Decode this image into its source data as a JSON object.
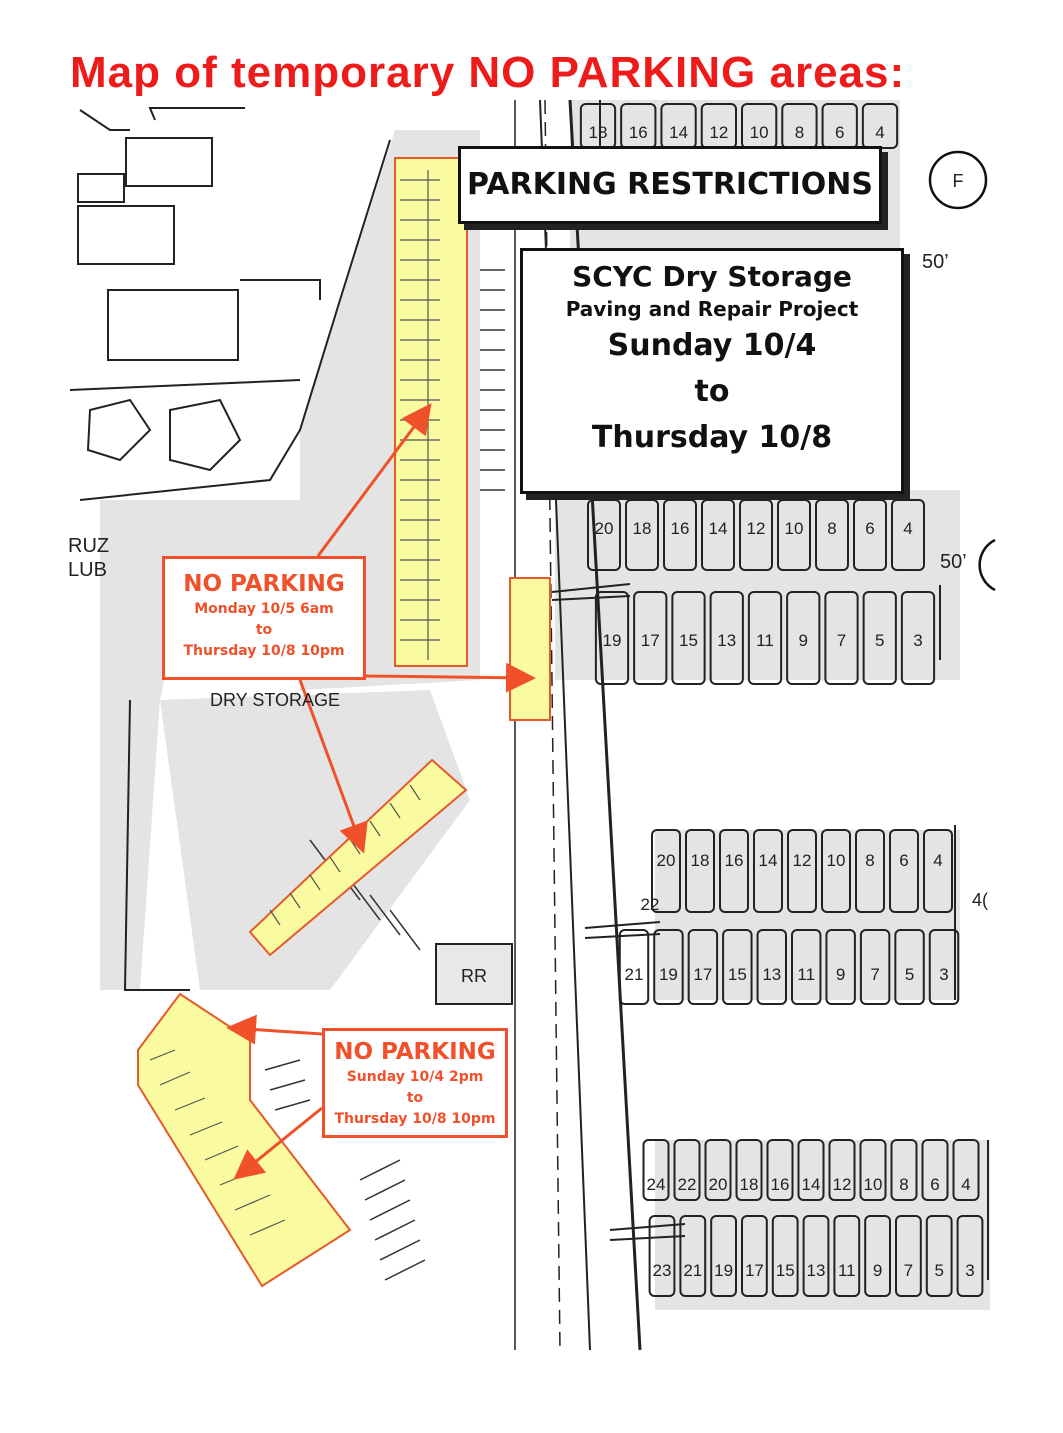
{
  "title": "Map of temporary NO PARKING areas:",
  "restrictions_box": {
    "heading": "PARKING RESTRICTIONS"
  },
  "project_box": {
    "line1": "SCYC Dry Storage",
    "line2": "Paving and Repair Project",
    "line3": "Sunday 10/4",
    "line4": "to",
    "line5": "Thursday 10/8"
  },
  "no_parking_1": {
    "heading": "NO PARKING",
    "line1": "Monday 10/5  6am",
    "line2": "to",
    "line3": "Thursday 10/8  10pm"
  },
  "no_parking_2": {
    "heading": "NO PARKING",
    "line1": "Sunday 10/4  2pm",
    "line2": "to",
    "line3": "Thursday 10/8 10pm"
  },
  "map_labels": {
    "dry_storage": "DRY STORAGE",
    "restroom": "RR",
    "marker_f": "F",
    "dist_1": "50’",
    "dist_2": "50’",
    "dist_3": "4(",
    "club_1": "RUZ",
    "club_2": "LUB"
  },
  "docks": {
    "row1_top": [
      "18",
      "16",
      "14",
      "12",
      "10",
      "8",
      "6",
      "4"
    ],
    "row2_top": [
      "20",
      "18",
      "16",
      "14",
      "12",
      "10",
      "8",
      "6",
      "4"
    ],
    "row2_bottom": [
      "19",
      "17",
      "15",
      "13",
      "11",
      "9",
      "7",
      "5",
      "3"
    ],
    "row3_top": [
      "20",
      "18",
      "16",
      "14",
      "12",
      "10",
      "8",
      "6",
      "4"
    ],
    "row3_bottom": [
      "21",
      "19",
      "17",
      "15",
      "13",
      "11",
      "9",
      "7",
      "5",
      "3"
    ],
    "row3_side": "22",
    "row4_top": [
      "24",
      "22",
      "20",
      "18",
      "16",
      "14",
      "12",
      "10",
      "8",
      "6",
      "4"
    ],
    "row4_bottom": [
      "23",
      "21",
      "19",
      "17",
      "15",
      "13",
      "11",
      "9",
      "7",
      "5",
      "3"
    ]
  },
  "colors": {
    "highlight": "#fafaa0",
    "highlight_border": "#e55a2b",
    "arrow": "#f0502a",
    "title": "#ee1b1b",
    "paved": "#e4e4e4"
  }
}
